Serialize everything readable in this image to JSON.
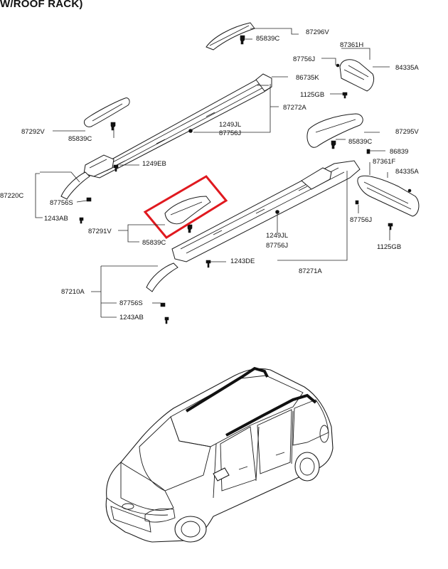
{
  "header": {
    "title": "W/ROOF RACK)"
  },
  "callouts": {
    "p87296V": "87296V",
    "p85839C_top": "85839C",
    "p87361H": "87361H",
    "p87756J_top": "87756J",
    "p84335A_top": "84335A",
    "p86735K": "86735K",
    "p1125GB_top": "1125GB",
    "p87272A": "87272A",
    "p1249JL_top": "1249JL",
    "p87756J_mid": "87756J",
    "p87292V": "87292V",
    "p85839C_left": "85839C",
    "p87295V": "87295V",
    "p85839C_right": "85839C",
    "p86839": "86839",
    "p87361F": "87361F",
    "p84335A_right": "84335A",
    "p1249EB": "1249EB",
    "p87220C": "87220C",
    "p87756S_left": "87756S",
    "p1243AB_left": "1243AB",
    "p87291V": "87291V",
    "p85839C_center": "85839C",
    "p87756J_right": "87756J",
    "p1125GB_right": "1125GB",
    "p1249JL_low": "1249JL",
    "p87756J_low": "87756J",
    "p1243DE": "1243DE",
    "p87271A": "87271A",
    "p87210A": "87210A",
    "p87756S_low": "87756S",
    "p1243AB_low": "1243AB"
  },
  "highlight": {
    "target": "87291V",
    "color": "#e0191f"
  }
}
